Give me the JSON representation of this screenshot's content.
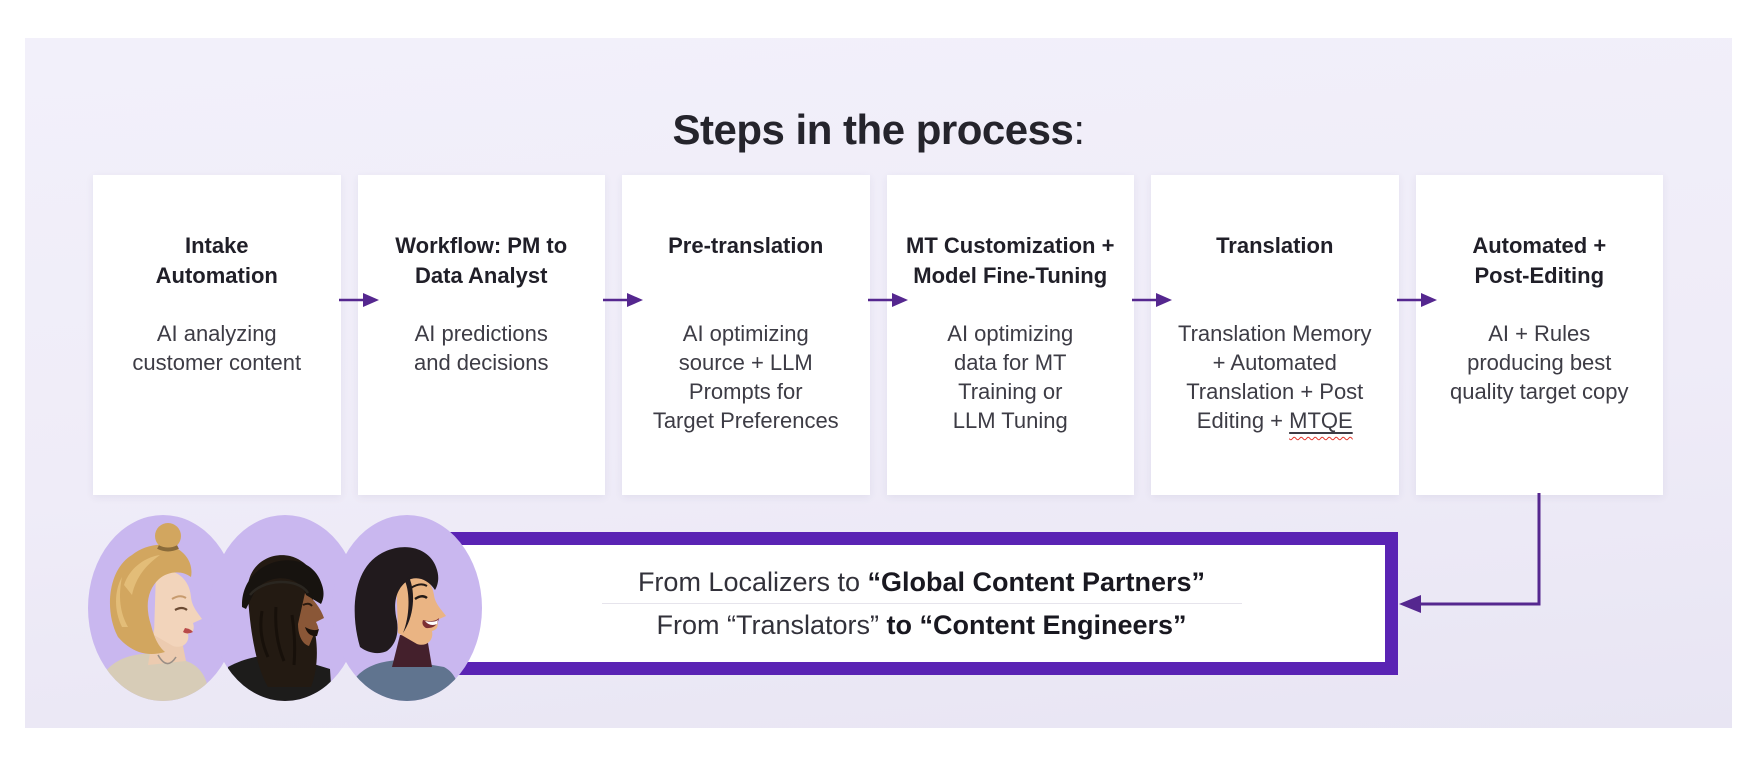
{
  "title": {
    "text": "Steps in the process",
    "suffix": ":"
  },
  "colors": {
    "banner_purple": "#5a23b4",
    "arrow_purple": "#55278f",
    "avatar_lavender": "#c9b7ef",
    "title_color": "#25242c",
    "card_title_color": "#201f28",
    "card_body_color": "#3d3c45",
    "spellcheck_red": "#e2342b"
  },
  "cards": [
    {
      "title_line1": "Intake",
      "title_line2": "Automation",
      "body_lines": [
        "AI analyzing",
        "customer content"
      ]
    },
    {
      "title_line1": "Workflow: PM to",
      "title_line2": "Data Analyst",
      "body_lines": [
        "AI predictions",
        "and decisions"
      ]
    },
    {
      "title_line1": "Pre-translation",
      "body_lines": [
        "AI optimizing",
        "source + LLM",
        "Prompts for",
        "Target Preferences"
      ]
    },
    {
      "title_line1": "MT Customization +",
      "title_line2": "Model Fine-Tuning",
      "body_lines": [
        "AI optimizing",
        "data for MT",
        "Training or",
        "LLM Tuning"
      ]
    },
    {
      "title_line1": "Translation",
      "body_lines": [
        "Translation Memory",
        "+ Automated",
        "Translation + Post"
      ],
      "body_last_prefix": "Editing + ",
      "mtqe_label": "MTQE"
    },
    {
      "title_line1": "Automated +",
      "title_line2": "Post-Editing",
      "body_lines": [
        "AI + Rules",
        "producing  best",
        "quality target copy"
      ]
    }
  ],
  "banner": {
    "line1_regular": "From Localizers to ",
    "line1_bold": "“Global Content Partners”",
    "line2_regular": "From “Translators” ",
    "line2_bold": "to “Content Engineers”"
  },
  "avatars": [
    {
      "name": "blonde-woman-profile"
    },
    {
      "name": "man-black-cap-profile"
    },
    {
      "name": "dark-haired-woman-profile"
    }
  ]
}
